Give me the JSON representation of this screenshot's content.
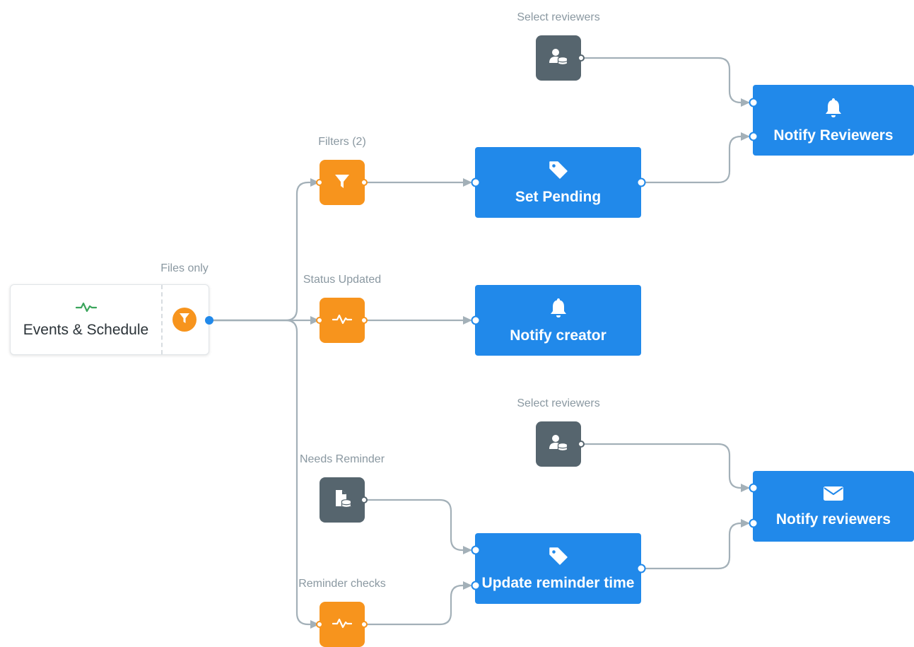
{
  "trigger": {
    "label": "Events & Schedule",
    "filter_label": "Files only",
    "icon": "activity-icon"
  },
  "conditions": {
    "filters": {
      "label": "Filters (2)",
      "icon": "filter-icon",
      "color": "#f7941d"
    },
    "status_updated": {
      "label": "Status Updated",
      "icon": "activity-icon",
      "color": "#f7941d"
    },
    "needs_reminder": {
      "label": "Needs Reminder",
      "icon": "file-database-icon",
      "color": "#56656e"
    },
    "reminder_checks": {
      "label": "Reminder checks",
      "icon": "activity-icon",
      "color": "#f7941d"
    },
    "select_reviewers_top": {
      "label": "Select reviewers",
      "icon": "user-database-icon",
      "color": "#56656e"
    },
    "select_reviewers_bottom": {
      "label": "Select reviewers",
      "icon": "user-database-icon",
      "color": "#56656e"
    }
  },
  "actions": {
    "set_pending": {
      "label": "Set Pending",
      "icon": "tag-icon"
    },
    "notify_reviewers_top": {
      "label": "Notify Reviewers",
      "icon": "bell-icon"
    },
    "notify_creator": {
      "label": "Notify creator",
      "icon": "bell-icon"
    },
    "update_reminder_time": {
      "label": "Update reminder time",
      "icon": "tag-icon"
    },
    "notify_reviewers_bottom": {
      "label": "Notify reviewers",
      "icon": "envelope-icon"
    }
  },
  "colors": {
    "action": "#2189ea",
    "condition": "#f7941d",
    "data": "#56656e",
    "connector": "#a3b0b8",
    "label": "#8a98a1",
    "activity": "#3ba55c"
  }
}
